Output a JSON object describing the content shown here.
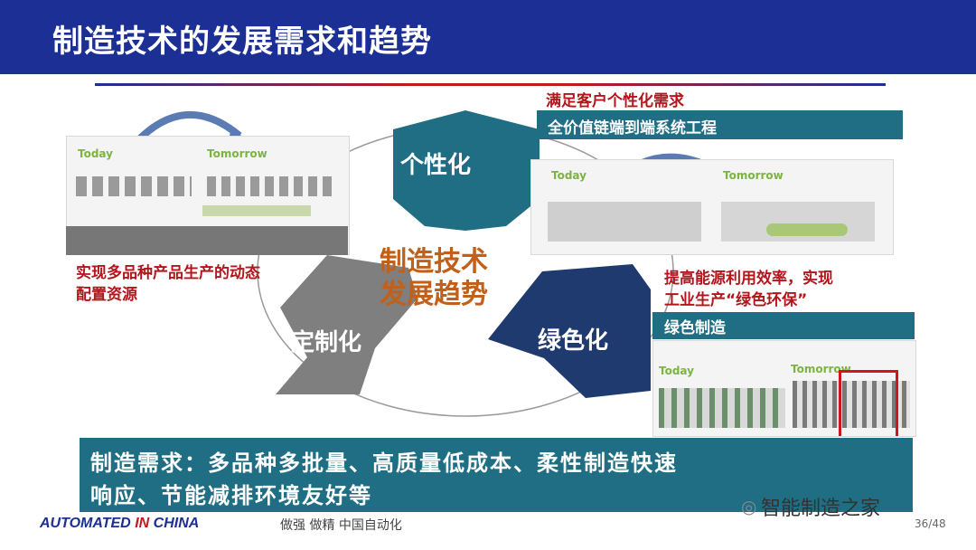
{
  "slide": {
    "title": "制造技术的发展需求和趋势",
    "center_label_line1": "制造技术",
    "center_label_line2": "发展趋势"
  },
  "segments": {
    "personalization": "个性化",
    "customization": "定制化",
    "green": "绿色化"
  },
  "top_right": {
    "need": "满足客户个性化需求",
    "bar_text": "全价值链端到端系统工程"
  },
  "left": {
    "caption_line1": "实现多品种产品生产的动态",
    "caption_line2": "配置资源"
  },
  "right": {
    "caption_line1": "提高能源利用效率，实现",
    "caption_line2": "工业生产“绿色环保”",
    "bar_text": "绿色制造"
  },
  "thumbnails": {
    "today": "Today",
    "tomorrow": "Tomorrow"
  },
  "bottom": {
    "line1": "制造需求：多品种多批量、高质量低成本、柔性制造快速",
    "line2": "响应、节能减排环境友好等"
  },
  "footer": {
    "brand_a": "AUTOMATED ",
    "brand_b": "IN",
    "brand_c": " CHINA",
    "slogan": "做强  做精  中国自动化",
    "wechat": "智能制造之家",
    "page": "36/48"
  },
  "colors": {
    "title_bar": "#1b2f95",
    "teal": "#1f6e84",
    "navy": "#1f3a6e",
    "gray": "#7f7f7f",
    "red": "#b3151c",
    "orange_center": "#c0601a"
  }
}
